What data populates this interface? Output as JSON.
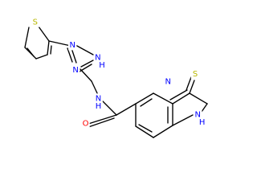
{
  "colors": {
    "background": "#ffffff",
    "bond": "#000000",
    "nitrogen": "#0000ff",
    "oxygen": "#ff0000",
    "sulfur": "#b8b800"
  },
  "structure": {
    "atom_labels": [
      {
        "id": "thiophene-s",
        "text": "S",
        "element": "sulfur"
      },
      {
        "id": "triazole-n2",
        "text": "N",
        "element": "nitrogen"
      },
      {
        "id": "triazole-nh",
        "text": "N",
        "element": "nitrogen"
      },
      {
        "id": "triazole-h",
        "text": "H",
        "element": "nitrogen"
      },
      {
        "id": "triazole-n4",
        "text": "N",
        "element": "nitrogen"
      },
      {
        "id": "amide-n",
        "text": "N",
        "element": "nitrogen"
      },
      {
        "id": "amide-h",
        "text": "H",
        "element": "nitrogen"
      },
      {
        "id": "carbonyl-o",
        "text": "O",
        "element": "oxygen"
      },
      {
        "id": "quinazoline-n1",
        "text": "N",
        "element": "nitrogen"
      },
      {
        "id": "thione-s",
        "text": "S",
        "element": "sulfur"
      },
      {
        "id": "quinazoline-nh",
        "text": "N",
        "element": "nitrogen"
      },
      {
        "id": "quinazoline-h",
        "text": "H",
        "element": "nitrogen"
      }
    ]
  }
}
